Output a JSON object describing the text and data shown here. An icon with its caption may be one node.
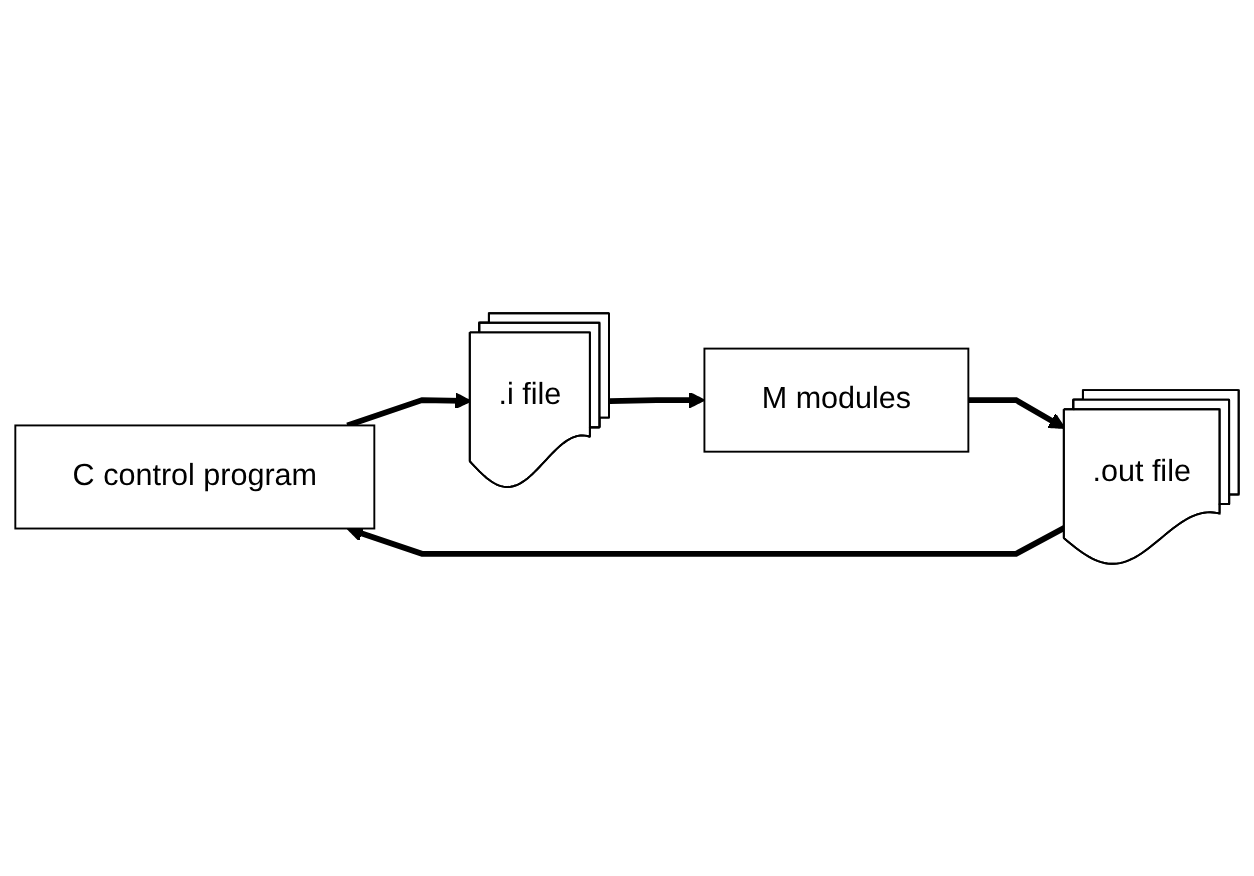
{
  "diagram": {
    "nodes": [
      {
        "text": [
          "C control program"
        ]
      },
      {
        "text": [
          ".i file"
        ]
      },
      {
        "text": [
          "M modules"
        ]
      },
      {
        "text": [
          ".out file"
        ]
      }
    ],
    "edges": [
      {
        "from": 0,
        "to": 1,
        "arrow": "to"
      },
      {
        "from": 1,
        "to": 2,
        "arrow": "to"
      },
      {
        "from": 2,
        "to": 3,
        "arrow": "to"
      },
      {
        "from": 3,
        "to": 0,
        "arrow": "to"
      }
    ]
  }
}
